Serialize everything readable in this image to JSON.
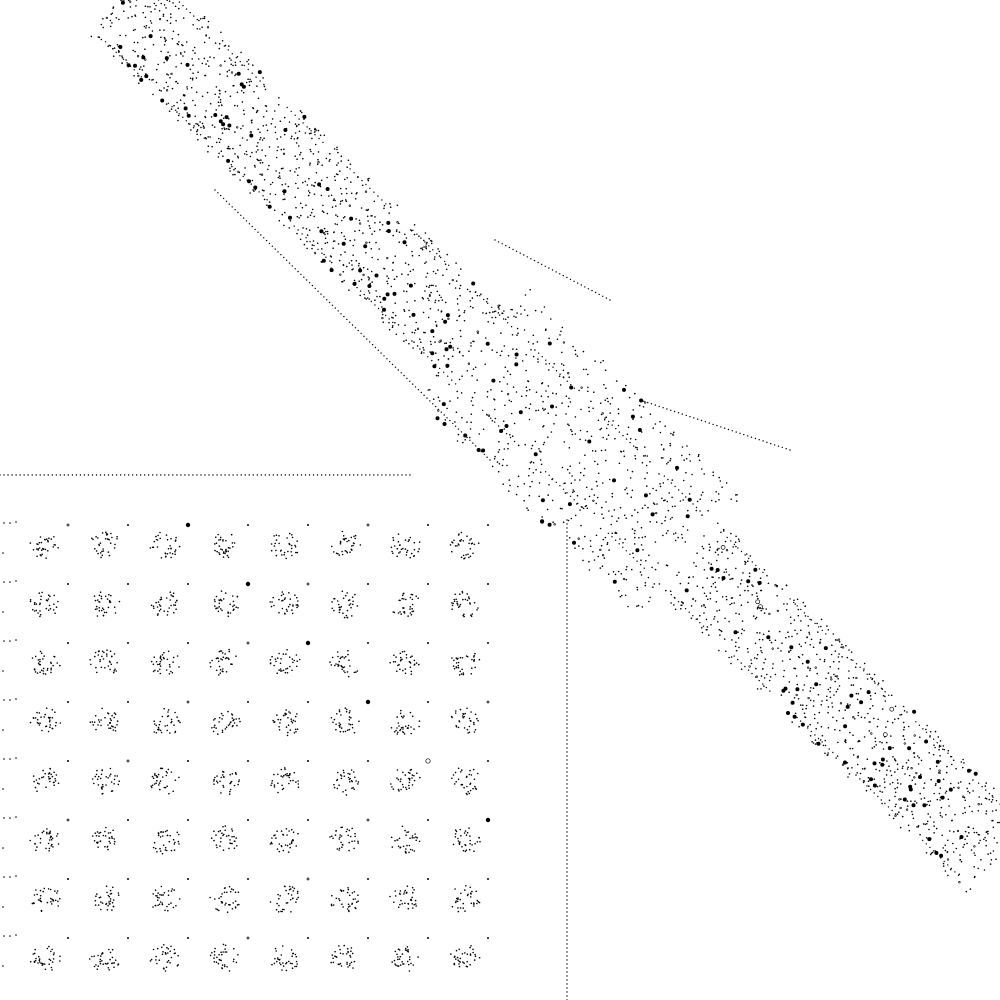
{
  "diagram": {
    "type": "dot-pattern graph layout",
    "ink_color": "#000000",
    "background_color": "#ffffff",
    "grid_clusters": {
      "rows": 8,
      "columns": 8
    },
    "diagonal_band_segments": 14
  }
}
